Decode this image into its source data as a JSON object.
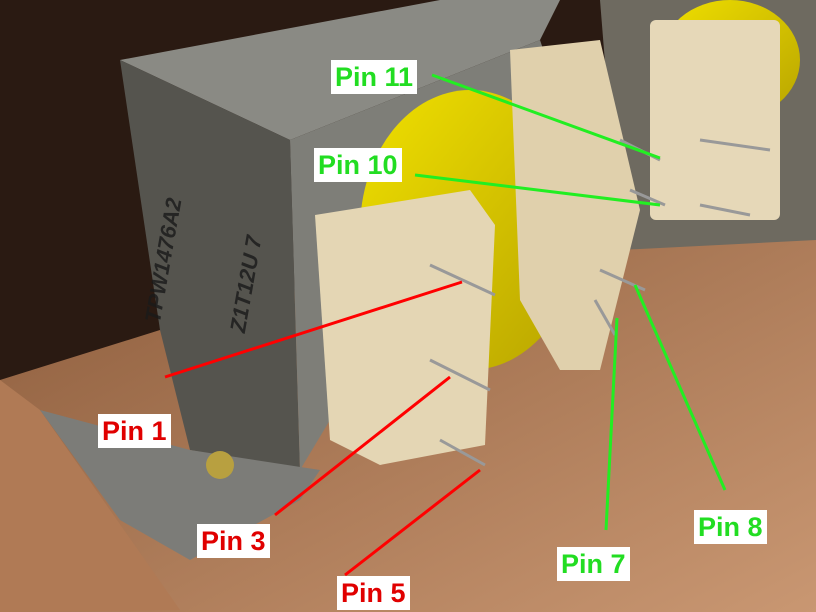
{
  "photo": {
    "transformer_marking_1": "TPW1476A2",
    "transformer_marking_2": "Z1T12U 7"
  },
  "labels": {
    "pin1": "Pin 1",
    "pin3": "Pin 3",
    "pin5": "Pin 5",
    "pin7": "Pin 7",
    "pin8": "Pin 8",
    "pin10": "Pin 10",
    "pin11": "Pin 11"
  },
  "colors": {
    "primary_lines": "#ff0000",
    "secondary_lines": "#22ee22"
  }
}
